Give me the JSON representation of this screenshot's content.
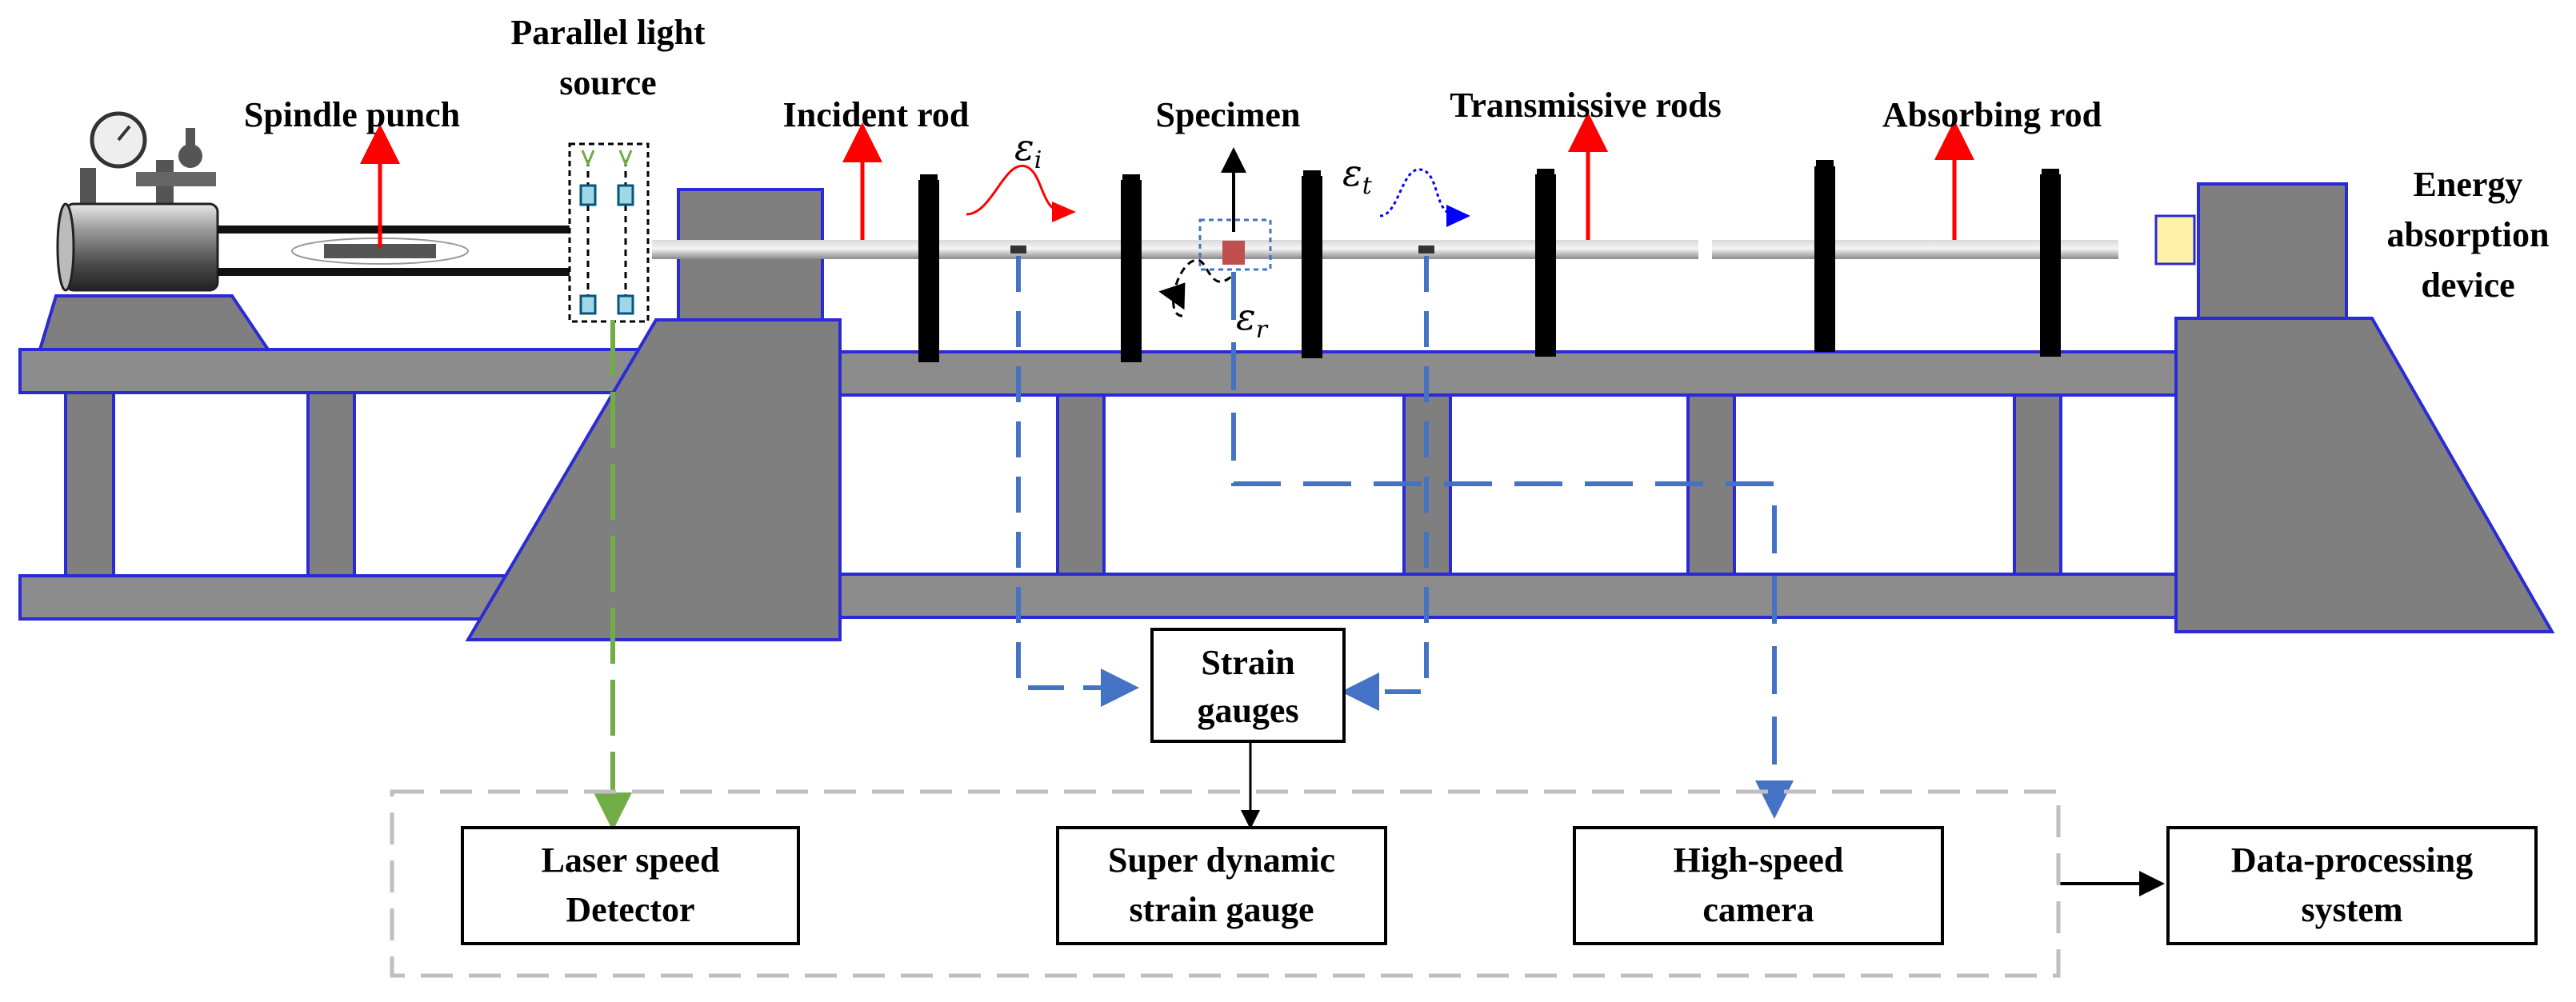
{
  "labels": {
    "parallel_light_source": [
      "Parallel light",
      "source"
    ],
    "spindle_punch": "Spindle punch",
    "incident_rod": "Incident rod",
    "specimen": "Specimen",
    "transmissive_rods": "Transmissive rods",
    "absorbing_rod": "Absorbing rod",
    "energy_absorption_device": [
      "Energy",
      "absorption",
      "device"
    ]
  },
  "strain_symbols": {
    "incident": {
      "base": "ε",
      "sub": "i"
    },
    "reflected": {
      "base": "ε",
      "sub": "r"
    },
    "transmitted": {
      "base": "ε",
      "sub": "t"
    }
  },
  "boxes": {
    "strain_gauges": [
      "Strain",
      "gauges"
    ],
    "laser_speed_detector": [
      "Laser speed",
      "Detector"
    ],
    "super_dynamic_strain_gauge": [
      "Super dynamic",
      "strain gauge"
    ],
    "high_speed_camera": [
      "High-speed",
      "camera"
    ],
    "data_processing_system": [
      "Data-processing",
      "system"
    ]
  },
  "colors": {
    "frame_fill": "#8c8c8c",
    "frame_stroke": "#2b2bd6",
    "signal_blue": "#4472c4",
    "laser_green": "#70ad47",
    "force_red": "#ff0000",
    "specimen_red": "#c0504d",
    "absorber_yellow": "#fff2a8"
  }
}
